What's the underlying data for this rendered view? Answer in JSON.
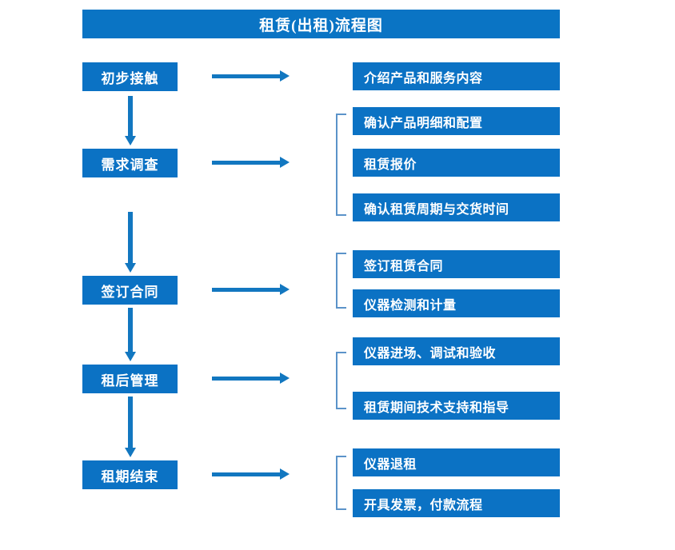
{
  "title": "租赁(出租)流程图",
  "colors": {
    "banner_blue": "#0a74c4",
    "box_blue": "#0b72c4",
    "arrow_blue": "#1277c0",
    "bracket_blue": "#5b93c9",
    "text_white": "#ffffff",
    "background": "#ffffff"
  },
  "stages": [
    {
      "label": "初步接触"
    },
    {
      "label": "需求调查"
    },
    {
      "label": "签订合同"
    },
    {
      "label": "租后管理"
    },
    {
      "label": "租期结束"
    }
  ],
  "details": [
    {
      "label": "介绍产品和服务内容"
    },
    {
      "label": "确认产品明细和配置"
    },
    {
      "label": "租赁报价"
    },
    {
      "label": "确认租赁周期与交货时间"
    },
    {
      "label": "签订租赁合同"
    },
    {
      "label": "仪器检测和计量"
    },
    {
      "label": "仪器进场、调试和验收"
    },
    {
      "label": "租赁期间技术支持和指导"
    },
    {
      "label": "仪器退租"
    },
    {
      "label": "开具发票，付款流程"
    }
  ],
  "groups": [
    {
      "stage": "需求调查",
      "details": [
        "确认产品明细和配置",
        "租赁报价",
        "确认租赁周期与交货时间"
      ]
    },
    {
      "stage": "签订合同",
      "details": [
        "签订租赁合同",
        "仪器检测和计量"
      ]
    },
    {
      "stage": "租后管理",
      "details": [
        "仪器进场、调试和验收",
        "租赁期间技术支持和指导"
      ]
    },
    {
      "stage": "租期结束",
      "details": [
        "仪器退租",
        "开具发票，付款流程"
      ]
    }
  ],
  "connectors": {
    "flow_arrow": "arrow-right-icon",
    "sequence_arrow": "arrow-down-icon",
    "group_bracket": "bracket-icon"
  }
}
